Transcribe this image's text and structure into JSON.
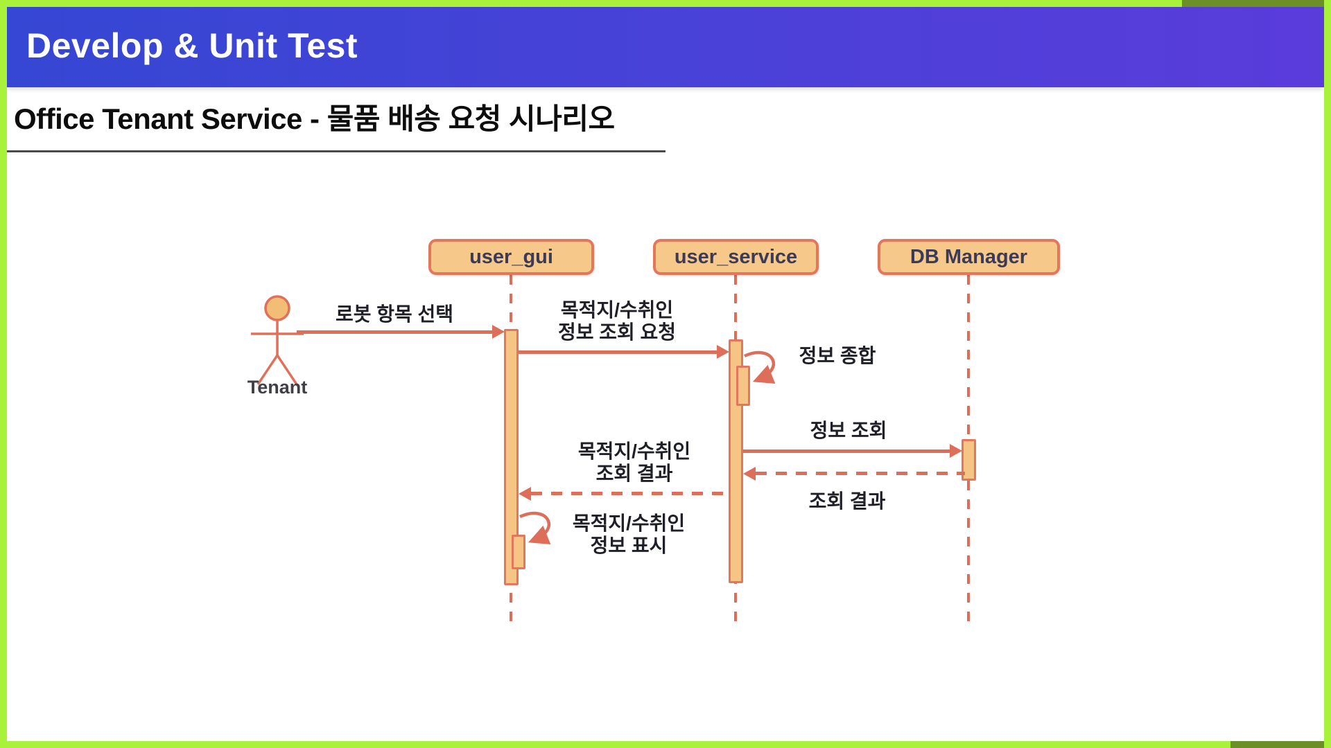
{
  "header": {
    "title": "Develop & Unit Test"
  },
  "slide": {
    "title": "Office Tenant Service - 물품 배송 요청 시나리오"
  },
  "diagram": {
    "type": "uml-sequence",
    "actor": {
      "name": "Tenant"
    },
    "participants": [
      {
        "label": "user_gui"
      },
      {
        "label": "user_service"
      },
      {
        "label": "DB Manager"
      }
    ],
    "messages": [
      {
        "from": "Tenant",
        "to": "user_gui",
        "type": "sync",
        "line1": "로봇 항목 선택"
      },
      {
        "from": "user_gui",
        "to": "user_service",
        "type": "sync",
        "line1": "목적지/수취인",
        "line2": "정보 조회 요청"
      },
      {
        "from": "user_service",
        "to": "user_service",
        "type": "self",
        "line1": "정보 종합"
      },
      {
        "from": "user_service",
        "to": "DB Manager",
        "type": "sync",
        "line1": "정보 조회"
      },
      {
        "from": "DB Manager",
        "to": "user_service",
        "type": "return",
        "line1": "조회 결과"
      },
      {
        "from": "user_service",
        "to": "user_gui",
        "type": "return",
        "line1": "목적지/수취인",
        "line2": "조회 결과"
      },
      {
        "from": "user_gui",
        "to": "user_gui",
        "type": "self",
        "line1": "목적지/수취인",
        "line2": "정보 표시"
      }
    ],
    "colors": {
      "arrow": "#dd6e59",
      "box_fill": "#f6c98b",
      "box_border": "#e2775d",
      "header_gradient_start": "#3547d3",
      "header_gradient_end": "#5a3cdb",
      "frame_green": "#aaf13c",
      "frame_olive": "#6d8f28",
      "participant_text": "#3b3b58",
      "message_text": "#1f1f28"
    }
  }
}
